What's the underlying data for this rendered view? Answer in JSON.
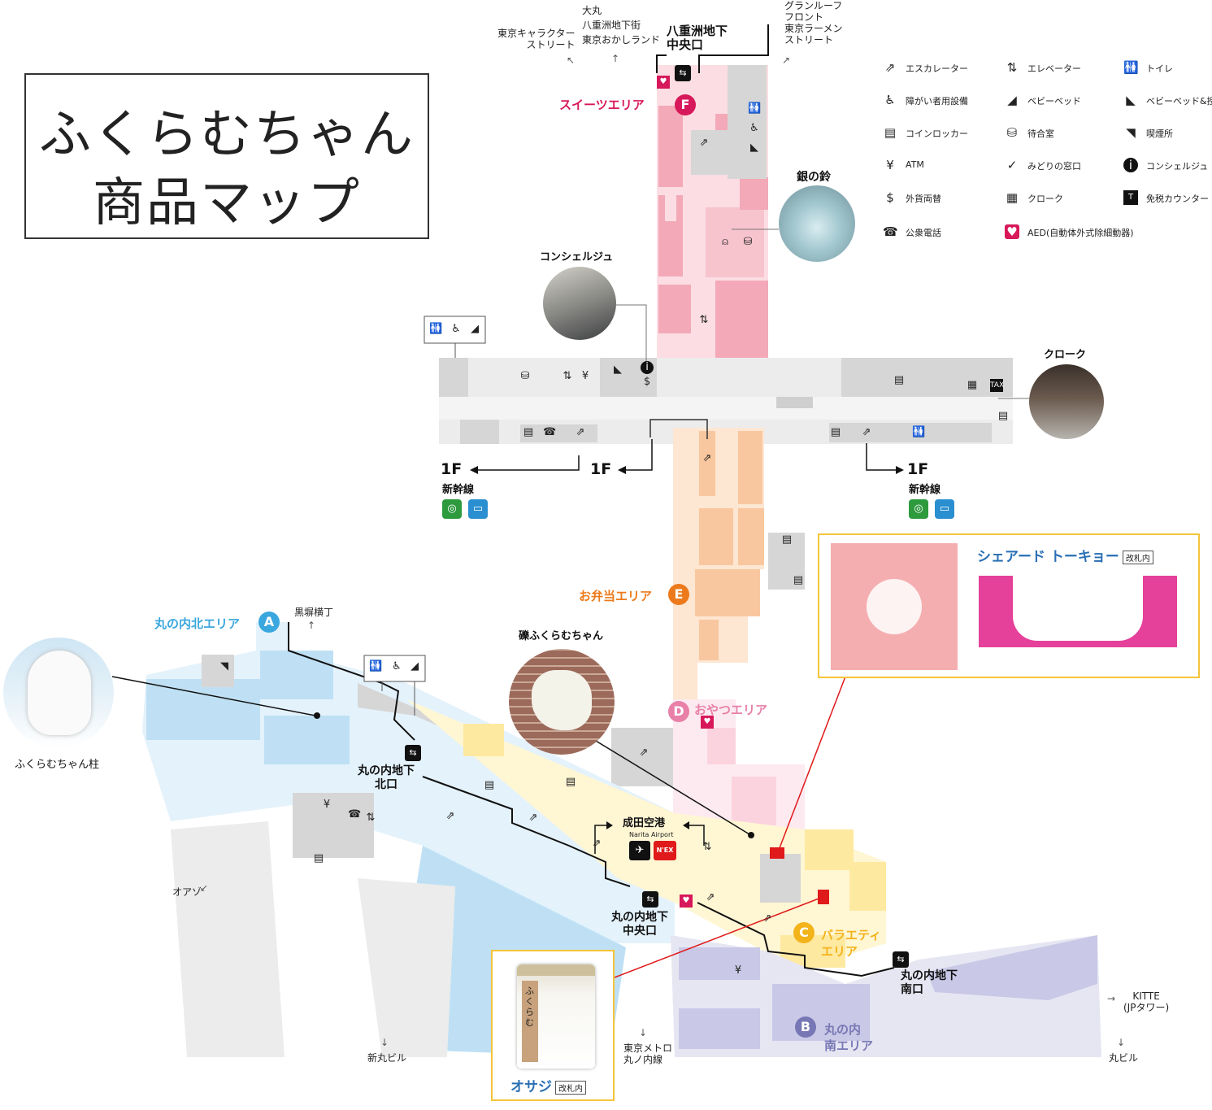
{
  "title": {
    "line1": "ふくらむちゃん",
    "line2": "商品マップ"
  },
  "legend": [
    {
      "icon": "escalator-icon",
      "glyph": "⇗",
      "label": "エスカレーター"
    },
    {
      "icon": "elevator-icon",
      "glyph": "⇅",
      "label": "エレベーター"
    },
    {
      "icon": "toilet-icon",
      "glyph": "🚻",
      "label": "トイレ"
    },
    {
      "icon": "accessible-icon",
      "glyph": "♿",
      "label": "障がい者用設備"
    },
    {
      "icon": "baby-bed-icon",
      "glyph": "◢",
      "label": "ベビーベッド"
    },
    {
      "icon": "baby-bed-nursing-icon",
      "glyph": "◣",
      "label": "ベビーベッド&授乳室"
    },
    {
      "icon": "coin-locker-icon",
      "glyph": "▤",
      "label": "コインロッカー"
    },
    {
      "icon": "waiting-room-icon",
      "glyph": "⛁",
      "label": "待合室"
    },
    {
      "icon": "smoking-icon",
      "glyph": "◥",
      "label": "喫煙所"
    },
    {
      "icon": "atm-icon",
      "glyph": "¥",
      "label": "ATM"
    },
    {
      "icon": "green-window-icon",
      "glyph": "✓",
      "label": "みどりの窓口"
    },
    {
      "icon": "concierge-icon",
      "glyph": "i",
      "label": "コンシェルジュ"
    },
    {
      "icon": "currency-exchange-icon",
      "glyph": "$",
      "label": "外貨両替"
    },
    {
      "icon": "cloak-icon",
      "glyph": "▦",
      "label": "クローク"
    },
    {
      "icon": "tax-free-icon",
      "glyph": "T",
      "label": "免税カウンター"
    },
    {
      "icon": "public-phone-icon",
      "glyph": "☎",
      "label": "公衆電話"
    },
    {
      "icon": "aed-icon",
      "glyph": "♥",
      "label": "AED(自動体外式除細動器)"
    }
  ],
  "exits": {
    "yaesu_central": "八重洲地下\n中央口",
    "marunouchi_north": "丸の内地下\n北口",
    "marunouchi_central": "丸の内地下\n中央口",
    "marunouchi_south": "丸の内地下\n南口"
  },
  "directions": {
    "tokyo_character_street": "東京キャラクター\nストリート",
    "daimaru": "大丸\n八重洲地下街\n東京おかしランド",
    "granroof": "グランルーフ\nフロント\n東京ラーメン\nストリート",
    "kokuyokocho": "黒塀横丁",
    "oazo": "オアゾ",
    "shinmaru": "新丸ビル",
    "metro": "東京メトロ\n丸ノ内線",
    "kitte": "KITTE\n(JPタワー)",
    "marubiru": "丸ビル"
  },
  "areas": [
    {
      "letter": "A",
      "name": "丸の内北エリア",
      "color": "#3aa7de"
    },
    {
      "letter": "B",
      "name": "丸の内\n南エリア",
      "color": "#7877b5"
    },
    {
      "letter": "C",
      "name": "バラエティ\nエリア",
      "color": "#f3b31a"
    },
    {
      "letter": "D",
      "name": "おやつエリア",
      "color": "#e880a8"
    },
    {
      "letter": "E",
      "name": "お弁当エリア",
      "color": "#ec7a1c"
    },
    {
      "letter": "F",
      "name": "スイーツエリア",
      "color": "#d7185a"
    }
  ],
  "floors": {
    "f1_left": "1F",
    "f1_mid": "1F",
    "f1_right": "1F",
    "shinkansen_left": "新幹線",
    "shinkansen_right": "新幹線"
  },
  "narita": {
    "jp": "成田空港",
    "en": "Narita Airport",
    "nex": "N'EX"
  },
  "callouts": {
    "gin_no_suzu": "銀の鈴",
    "concierge": "コンシェルジュ",
    "cloak": "クローク",
    "tsubute": "礫ふくらむちゃん",
    "pillar": "ふくらむちゃん柱"
  },
  "products": {
    "shared_tokyo": {
      "name": "シェアード トーキョー",
      "tag": "改札内"
    },
    "osaji": {
      "name": "オサジ",
      "tag": "改札内",
      "jar_label": "ふくらむ"
    }
  },
  "colors": {
    "sweets": "#f3a9b8",
    "sweets_light": "#fbdde3",
    "bento": "#f9c79f",
    "bento_light": "#fde6d2",
    "oyatsu": "#fbd3df",
    "variety": "#fde9a0",
    "variety_light": "#fff6d4",
    "north": "#bfe0f4",
    "north_light": "#e4f2fb",
    "south": "#c9c8e6",
    "south_light": "#e6e6f3",
    "gray": "#d6d6d6",
    "line_red": "#e01a1a"
  }
}
